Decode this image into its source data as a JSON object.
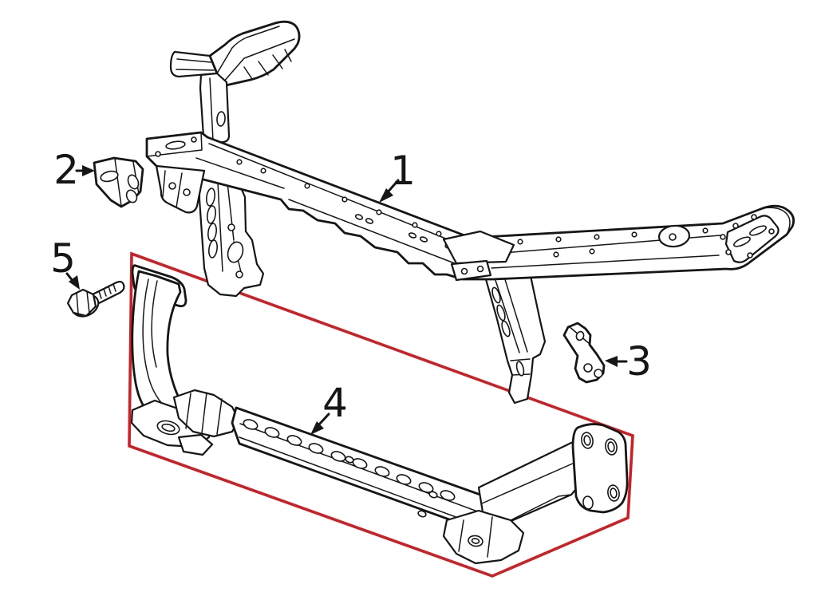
{
  "figure": {
    "type": "exploded-parts-line-diagram",
    "callouts": [
      {
        "number": "1"
      },
      {
        "number": "2"
      },
      {
        "number": "3"
      },
      {
        "number": "4"
      },
      {
        "number": "5"
      }
    ],
    "highlight": {
      "color": "#cc2027"
    },
    "ink_color": "#161616",
    "background_color": "#ffffff"
  }
}
